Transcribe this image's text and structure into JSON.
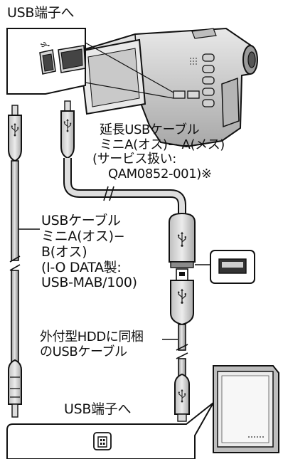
{
  "labels": {
    "usb_port_top": "USB端子へ",
    "extension_cable": [
      "延長USBケーブル",
      "ミニA(オス)− A(メス)",
      "(サービス扱い:",
      "QAM0852-001)※"
    ],
    "usb_cable": [
      "USBケーブル",
      "ミニA(オス)−",
      "B(オス)",
      "(I-O DATA製:",
      "USB-MAB/100)"
    ],
    "hdd_cable": [
      "外付型HDDに同梱",
      "のUSBケーブル"
    ],
    "usb_port_bottom": "USB端子へ"
  },
  "colors": {
    "outline": "#111111",
    "fill_light": "#d9d9d9",
    "fill_mid": "#b8b8b8",
    "fill_dark": "#8a8a8a",
    "camera_body": "#cfcfcf"
  },
  "icons": {
    "usb_symbol": "usb-trident-icon",
    "port": "usb-port-icon"
  }
}
